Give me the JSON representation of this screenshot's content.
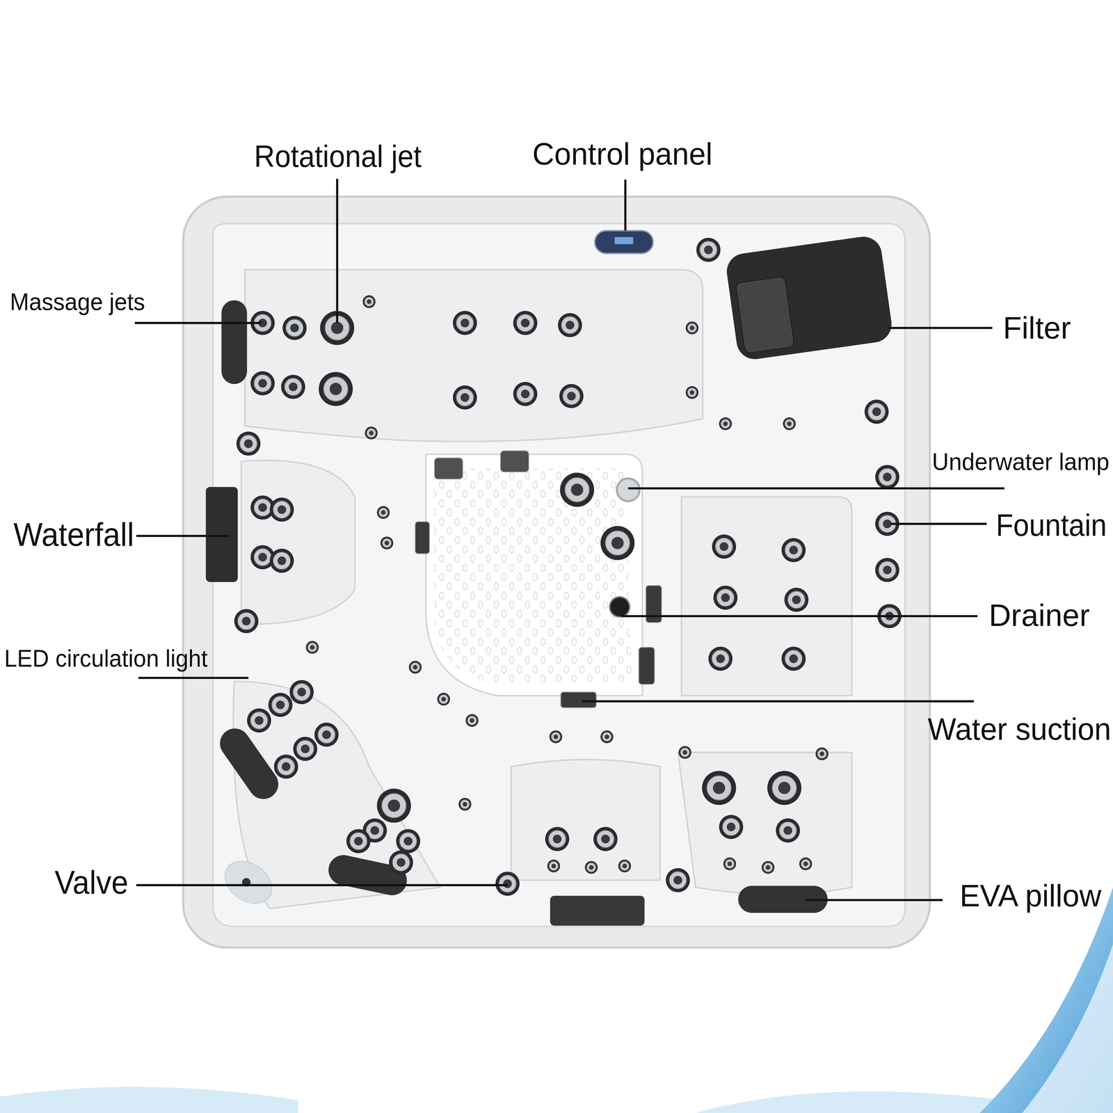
{
  "diagram": {
    "labels": [
      "Rotational jet",
      "Control panel",
      "Massage jets",
      "Filter",
      "Underwater lamp",
      "Waterfall",
      "Fountain",
      "Drainer",
      "LED circulation light",
      "Water suction",
      "Valve",
      "EVA pillow"
    ]
  }
}
